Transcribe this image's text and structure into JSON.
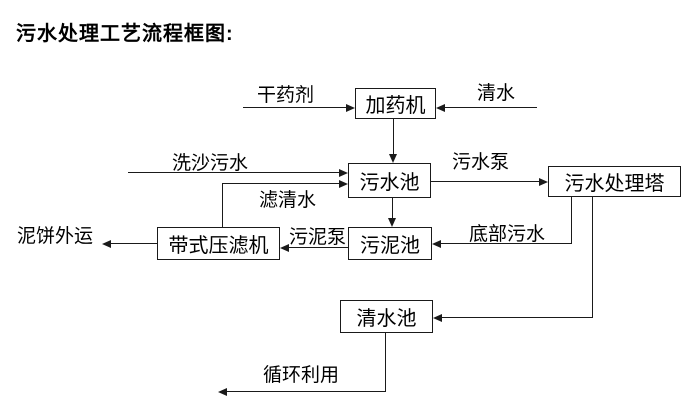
{
  "title": "污水处理工艺流程框图:",
  "diagram": {
    "nodes": {
      "dosing_machine": "加药机",
      "sewage_pool": "污水池",
      "treatment_tower": "污水处理塔",
      "sludge_pool": "污泥池",
      "belt_filter_press": "带式压滤机",
      "clean_water_pool": "清水池"
    },
    "labels": {
      "dry_chemical": "干药剂",
      "clean_water": "清水",
      "sand_wash_sewage": "洗沙污水",
      "sewage_pump": "污水泵",
      "filtered_water": "滤清水",
      "mud_cake_out": "泥饼外运",
      "sludge_pump": "污泥泵",
      "bottom_sewage": "底部污水",
      "recycle": "循环利用"
    },
    "edges": [
      {
        "from": "dry_chemical",
        "to": "dosing_machine"
      },
      {
        "from": "clean_water",
        "to": "dosing_machine"
      },
      {
        "from": "dosing_machine",
        "to": "sewage_pool"
      },
      {
        "from": "sand_wash_sewage",
        "to": "sewage_pool"
      },
      {
        "from": "belt_filter_press",
        "to": "sewage_pool",
        "label": "filtered_water"
      },
      {
        "from": "sewage_pool",
        "to": "treatment_tower",
        "label": "sewage_pump"
      },
      {
        "from": "sewage_pool",
        "to": "sludge_pool"
      },
      {
        "from": "treatment_tower",
        "to": "sludge_pool",
        "label": "bottom_sewage"
      },
      {
        "from": "treatment_tower",
        "to": "clean_water_pool"
      },
      {
        "from": "sludge_pool",
        "to": "belt_filter_press",
        "label": "sludge_pump"
      },
      {
        "from": "belt_filter_press",
        "to": "mud_cake_out"
      },
      {
        "from": "clean_water_pool",
        "to": "recycle"
      }
    ],
    "colors": {
      "line": "#1a1a1a",
      "text": "#000000",
      "background": "#ffffff"
    }
  }
}
